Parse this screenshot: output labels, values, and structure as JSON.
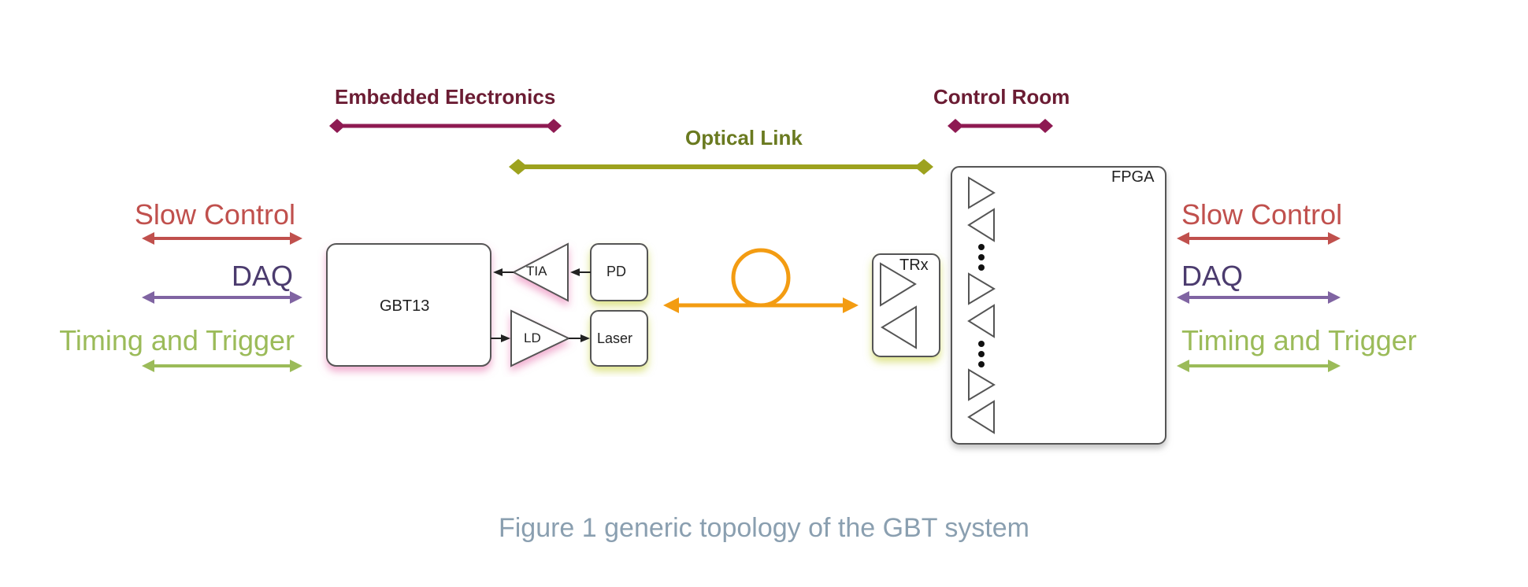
{
  "header_labels": {
    "embedded_electronics": "Embedded Electronics",
    "control_room": "Control Room",
    "optical_link": "Optical Link"
  },
  "left_signals": {
    "slow_control": "Slow Control",
    "daq": "DAQ",
    "timing_trigger": "Timing and Trigger"
  },
  "right_signals": {
    "slow_control": "Slow Control",
    "daq": "DAQ",
    "timing_trigger": "Timing and Trigger"
  },
  "blocks": {
    "gbt13": "GBT13",
    "tia": "TIA",
    "ld": "LD",
    "pd": "PD",
    "laser": "Laser",
    "trx": "TRx",
    "fpga": "FPGA"
  },
  "caption": "Figure 1 generic topology of the GBT system",
  "colors": {
    "embedded": "#8e1a52",
    "optical": "#9da21e",
    "slow_control": "#c0504d",
    "daq": "#8064a2",
    "timing": "#9bbb59",
    "fiber": "#f39c12"
  }
}
